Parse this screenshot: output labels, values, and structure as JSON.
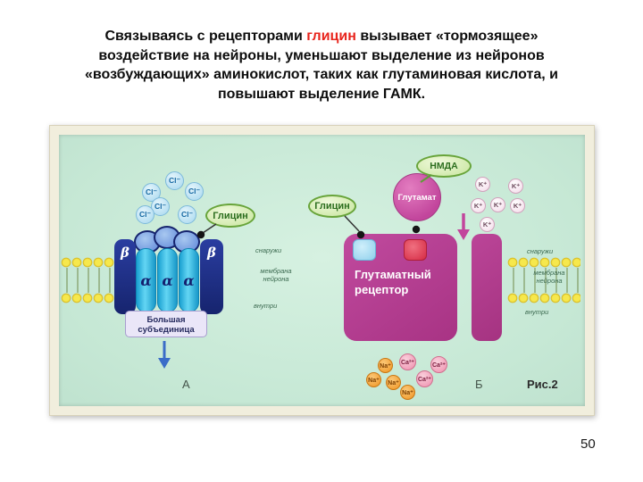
{
  "slide": {
    "page_number": "50",
    "title": {
      "part1": "Связываясь с рецепторами ",
      "highlight": "глицин",
      "part2": " вызывает «тормозящее» воздействие на нейроны, уменьшают выделение из нейронов «возбуждающих» аминокислот, таких как глутаминовая кислота, и повышают выделение ГАМК."
    }
  },
  "figure": {
    "caption": "Рис.2",
    "panel_a": "А",
    "panel_b": "Б",
    "ions": {
      "cl": "Cl⁻",
      "k": "K⁺",
      "na": "Na⁺",
      "ca": "Ca²⁺"
    },
    "glycine_receptor": {
      "ligand": "Глицин",
      "beta": "β",
      "alpha": "α",
      "subunit": "Большая субъединица",
      "membrane": {
        "outside": "снаружи",
        "name": "мембрана нейрона",
        "inside": "внутри"
      }
    },
    "glutamate_receptor": {
      "nmda": "НМДА",
      "glutamate": "Глутамат",
      "glycine": "Глицин",
      "receptor_name": "Глутаматный рецептор",
      "membrane": {
        "outside": "снаружи",
        "name": "мембрана нейрона",
        "inside": "внутри"
      }
    }
  },
  "colors": {
    "title_highlight": "#e8241c",
    "diagram_background": "#c9e9d8",
    "receptor_magenta": "#b23c90",
    "channel_blue": "#1d2f86",
    "ligand_green": "#68a43a",
    "frame_mat": "#f1eedd"
  }
}
